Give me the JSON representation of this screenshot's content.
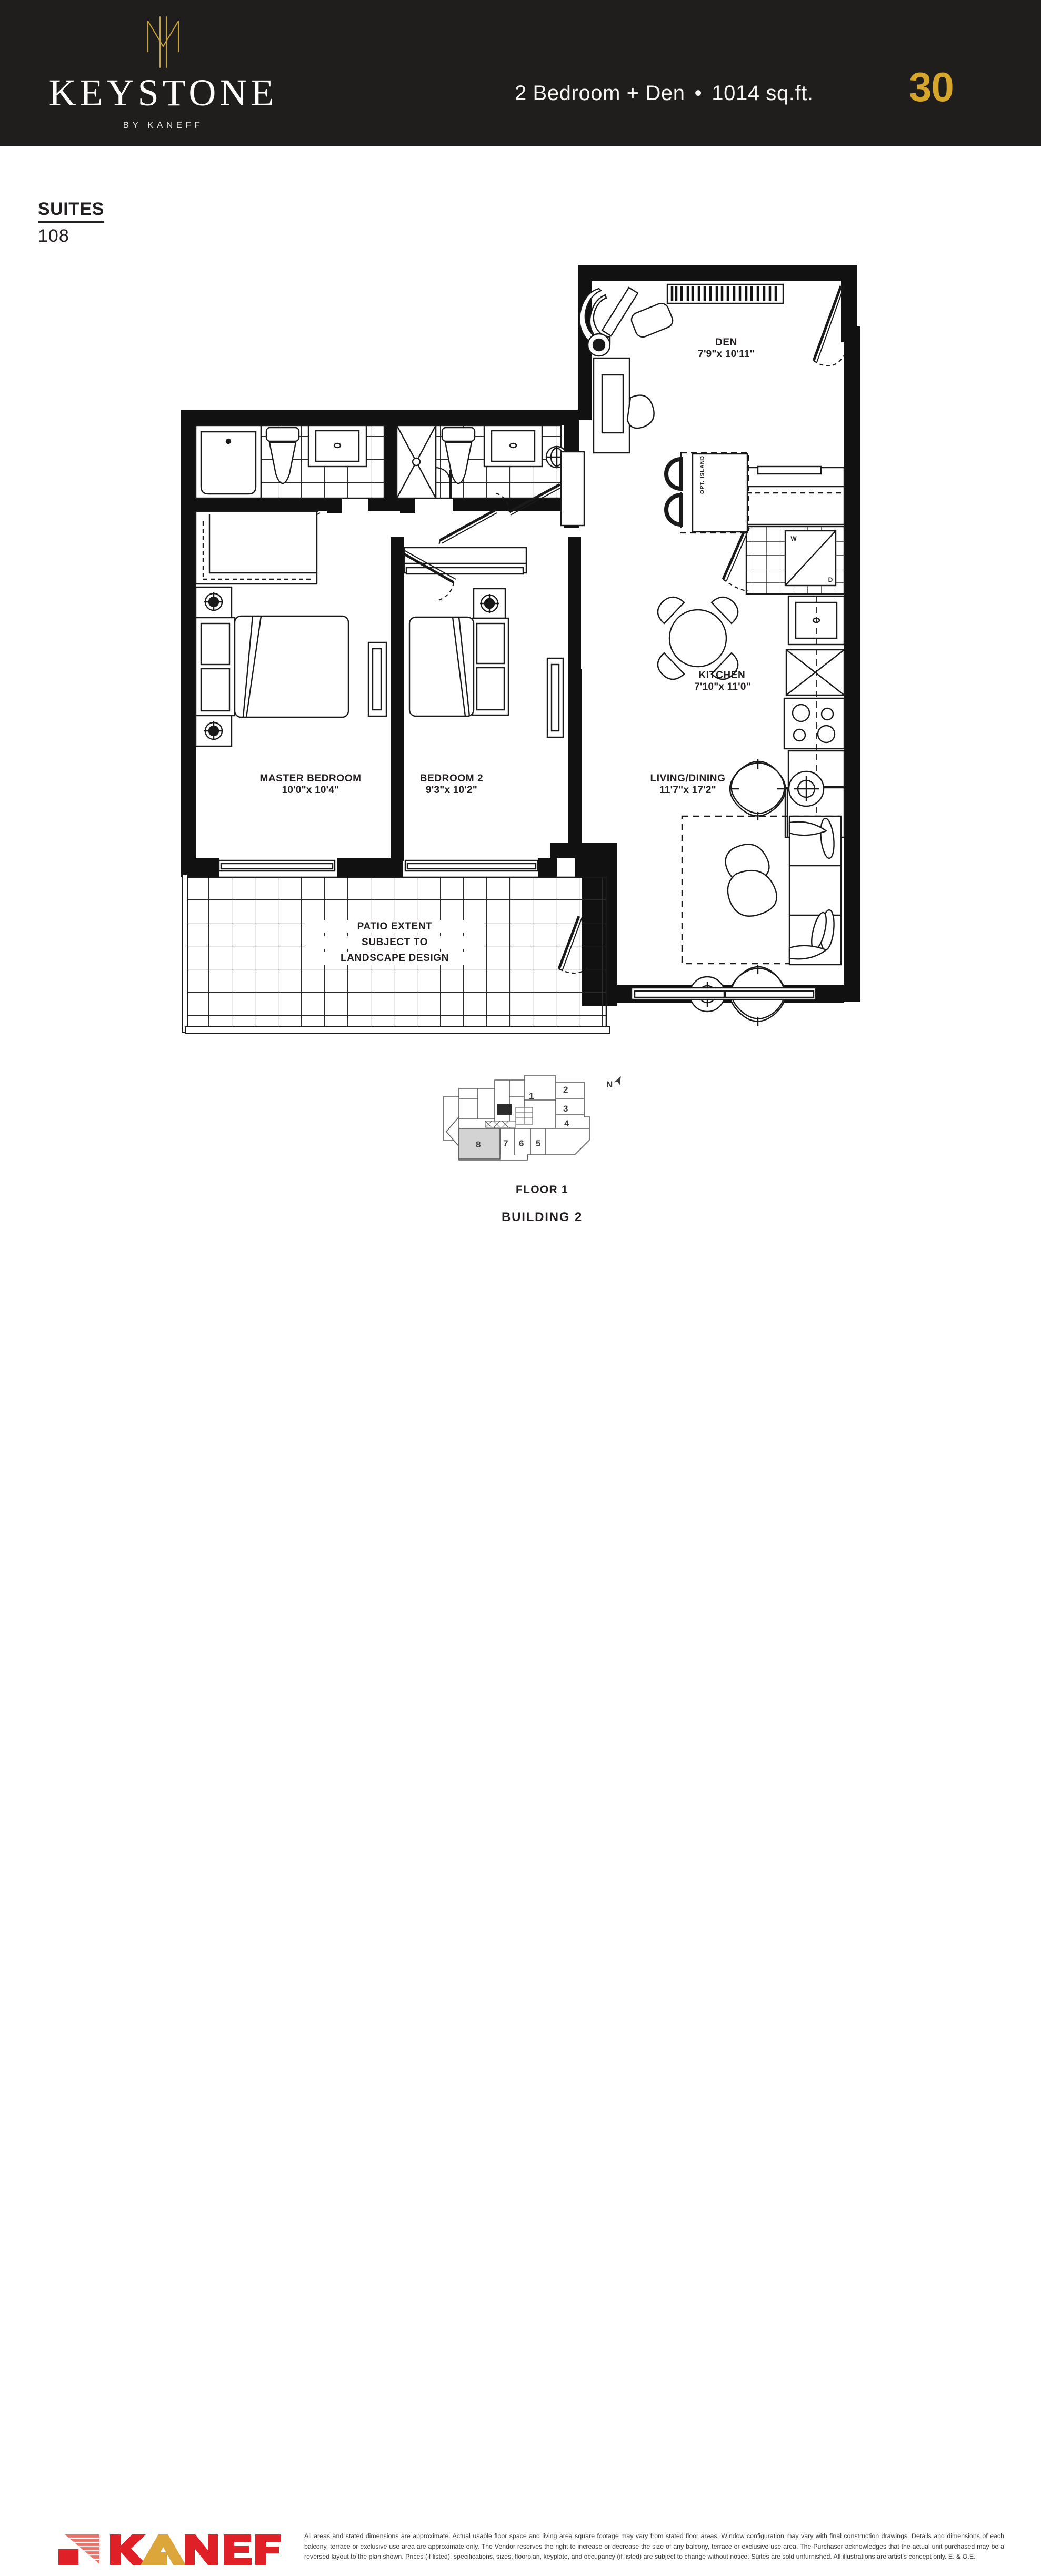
{
  "header": {
    "brand_name": "KEYSTONE",
    "brand_sub": "BY KANEFF",
    "logo_icon": "keystone-mark-icon",
    "unit_type": "2 Bedroom + Den",
    "separator": "•",
    "area": "1014 sq.ft.",
    "plan_number": "30",
    "accent_gold": "#d6a62c",
    "bar_color": "#201e1d"
  },
  "suites": {
    "label": "SUITES",
    "numbers": "108"
  },
  "plan": {
    "rooms": [
      {
        "id": "den",
        "name": "DEN",
        "dimensions": "7'9\"x 10'11\""
      },
      {
        "id": "kitchen",
        "name": "KITCHEN",
        "dimensions": "7'10\"x 11'0\""
      },
      {
        "id": "master",
        "name": "MASTER BEDROOM",
        "dimensions": "10'0\"x 10'4\""
      },
      {
        "id": "bedroom2",
        "name": "BEDROOM 2",
        "dimensions": "9'3\"x 10'2\""
      },
      {
        "id": "livingdining",
        "name": "LIVING/DINING",
        "dimensions": "11'7\"x 17'2\""
      }
    ],
    "notes": {
      "opt_island": "OPT. ISLAND",
      "patio_line1": "PATIO EXTENT",
      "patio_line2": "SUBJECT TO",
      "patio_line3": "LANDSCAPE DESIGN",
      "washer": "W",
      "dryer": "D"
    }
  },
  "keyplate": {
    "floor_caption": "FLOOR 1",
    "building_caption": "BUILDING 2",
    "north_label": "N",
    "highlighted_unit": "8",
    "units": [
      "1",
      "2",
      "3",
      "4",
      "5",
      "6",
      "7",
      "8"
    ],
    "highlight_color": "#d3d3d3"
  },
  "footer": {
    "logo_text": "KANEFF",
    "logo_red": "#e02027",
    "logo_gold": "#dca63a",
    "disclaimer": "All areas and stated dimensions are approximate. Actual usable floor space and living area square footage may vary from stated floor areas. Window configuration may vary with final construction drawings. Details and dimensions of each balcony, terrace or exclusive use area are approximate only. The Vendor reserves the right to increase or decrease the size of any balcony, terrace or exclusive use area. The Purchaser acknowledges that the actual unit purchased may be a reversed layout to the plan shown. Prices (if listed), specifications, sizes, floorplan, keyplate, and occupancy (if listed) are subject to change without notice. Suites are sold unfurnished. All illustrations are artist's concept only. E. & O.E."
  }
}
